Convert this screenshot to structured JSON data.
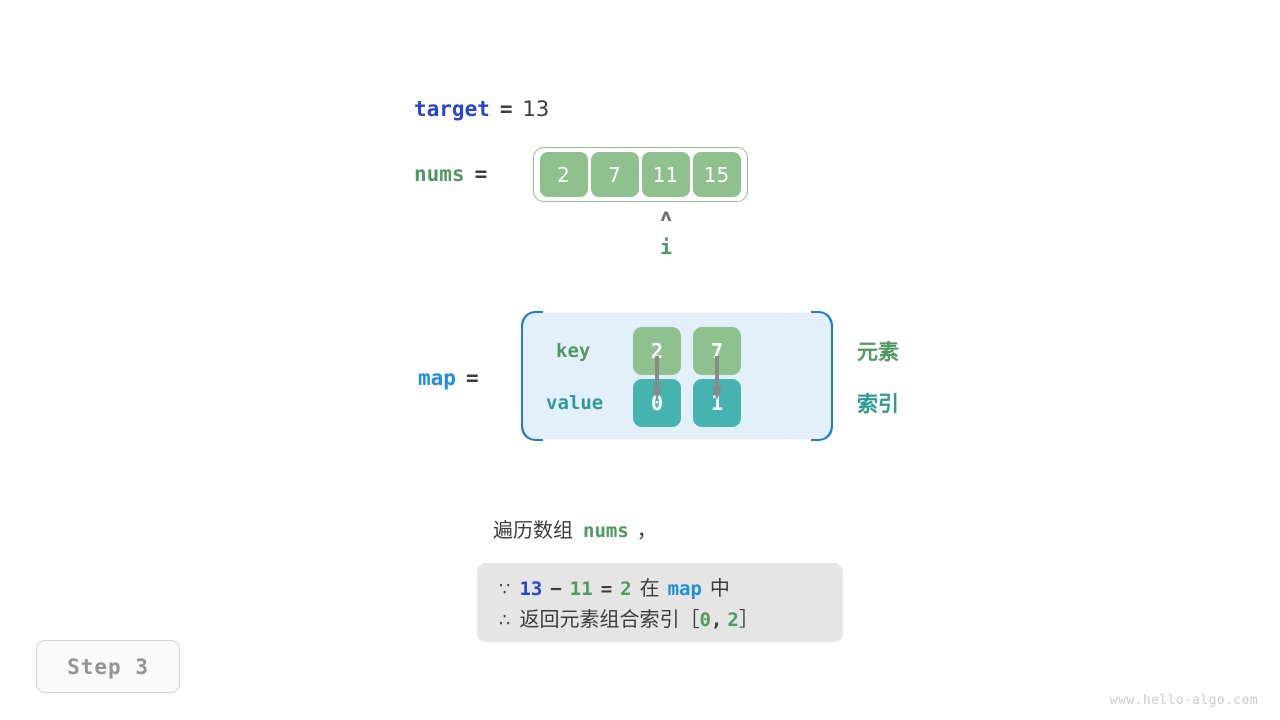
{
  "colors": {
    "array_cell": "#8fc18f",
    "array_outline": "#8fc18f",
    "map_panel_fill": "#e3f0fa",
    "map_panel_border": "#1f7ec4",
    "value_cell": "#45b3b0",
    "var_blue_deep": "#2a44d0",
    "var_blue": "#1f8fd8",
    "var_green": "#4e9a60",
    "var_teal": "#2f9a95",
    "info_box_fill": "#e5e5e5",
    "pointer_gray": "#6f6f6f"
  },
  "target": {
    "label": "target",
    "equals": "=",
    "value": "13"
  },
  "nums": {
    "label": "nums",
    "equals": "=",
    "cells": [
      "2",
      "7",
      "11",
      "15"
    ]
  },
  "pointer": {
    "caret": "ʌ",
    "label": "i",
    "points_to_index": 2
  },
  "map": {
    "label": "map",
    "equals": "=",
    "row_labels": {
      "key": "key",
      "value": "value"
    },
    "entries": [
      {
        "key": "2",
        "value": "0"
      },
      {
        "key": "7",
        "value": "1"
      }
    ],
    "annotations": {
      "key_row": "元素",
      "value_row": "索引"
    }
  },
  "caption": {
    "prefix": "遍历数组",
    "code": "nums",
    "suffix": "，"
  },
  "info": {
    "line1": {
      "symbol": "∵",
      "a": "13",
      "minus": "−",
      "b": "11",
      "equals": "=",
      "result": "2",
      "mid": "在",
      "map": "map",
      "end": "中"
    },
    "line2": {
      "symbol": "∴",
      "text": "返回元素组合索引",
      "bracket_open": "［",
      "idx0": "0",
      "comma": ",",
      "idx1": "2",
      "bracket_close": "］"
    }
  },
  "step_badge": {
    "label": "Step 3"
  },
  "watermark": {
    "text": "www.hello-algo.com"
  }
}
